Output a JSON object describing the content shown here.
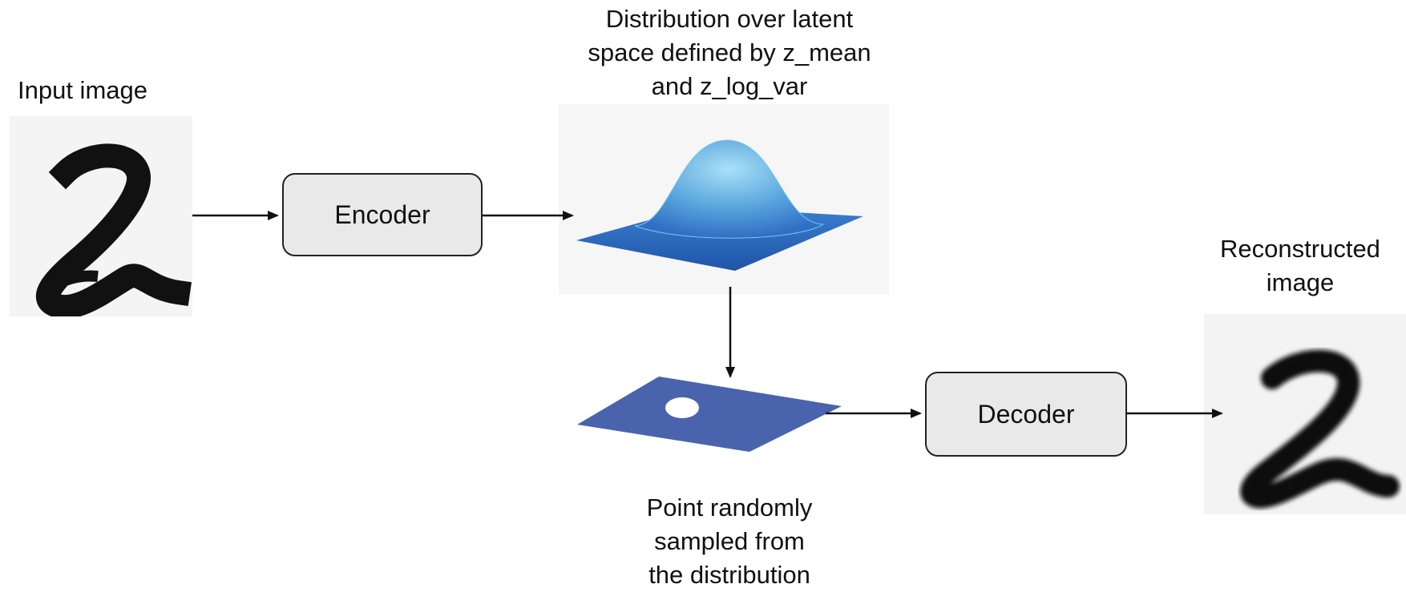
{
  "labels": {
    "input": "Input image",
    "distribution": "Distribution over latent\nspace defined by z_mean\nand z_log_var",
    "reconstructed": "Reconstructed\nimage",
    "sampled_point": "Point randomly\nsampled from\nthe distribution"
  },
  "blocks": {
    "encoder": "Encoder",
    "decoder": "Decoder"
  },
  "colors": {
    "plane": "#4a63ad",
    "gaussian_top": "#8fd0f2",
    "gaussian_base": "#2f6fc4",
    "box_fill": "#e9e9e9"
  }
}
